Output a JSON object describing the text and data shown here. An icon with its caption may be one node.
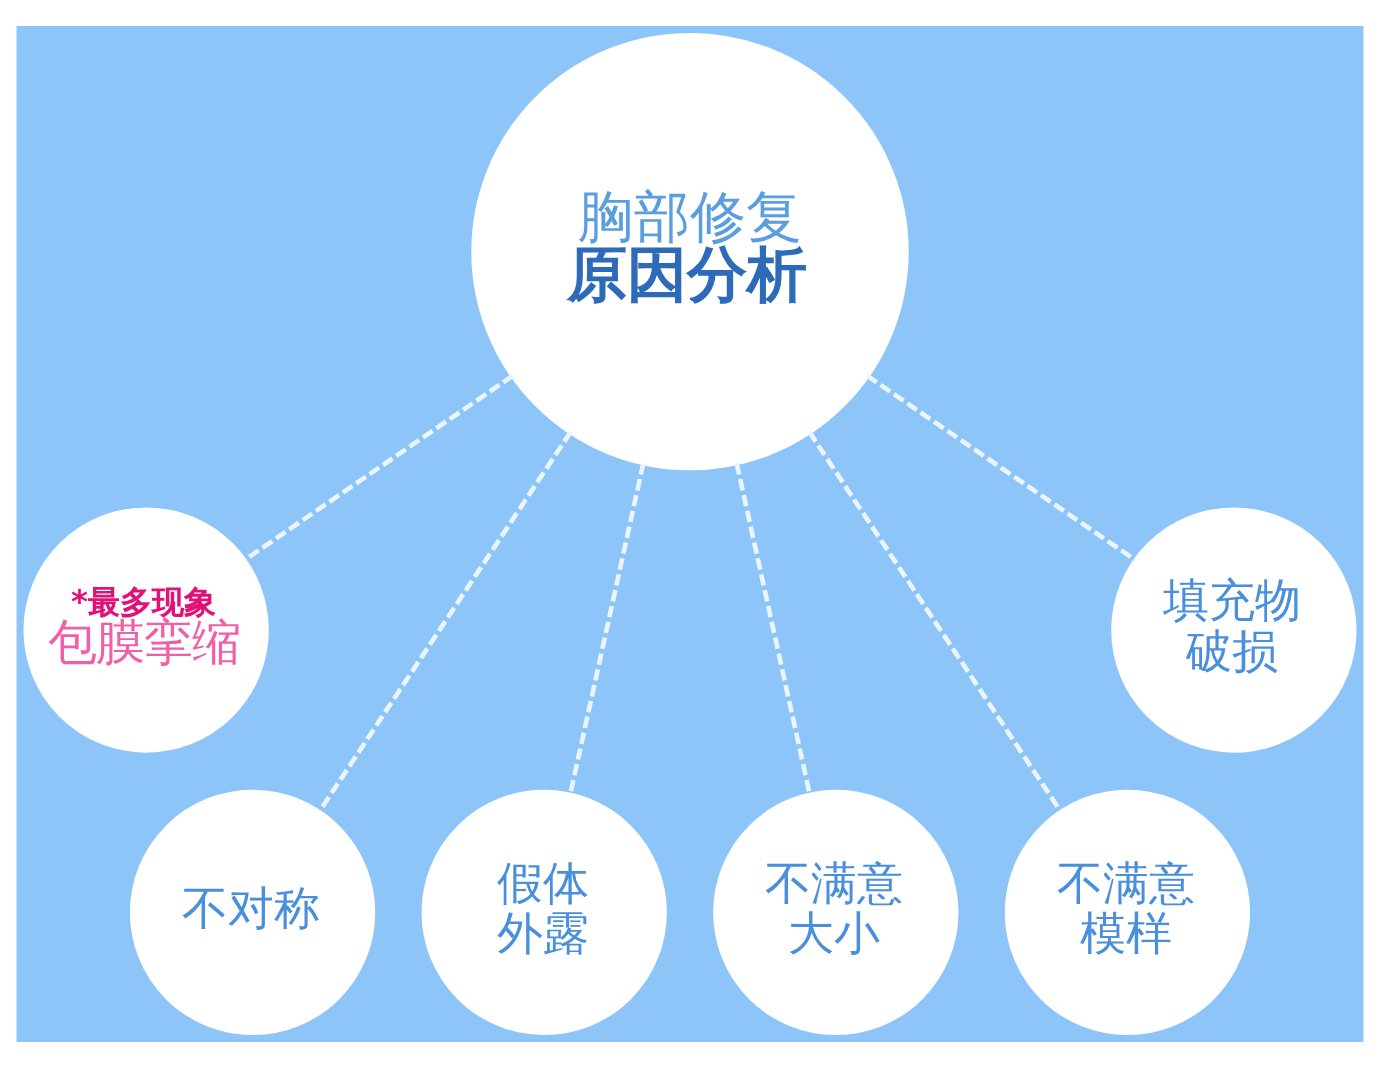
{
  "diagram": {
    "nodes": [
      {
        "text": [
          "胸部修复",
          "原因分析"
        ]
      },
      {
        "text": [
          "*最多现象",
          "包膜挛缩"
        ]
      },
      {
        "text": [
          "不对称"
        ]
      },
      {
        "text": [
          "假体外露"
        ]
      },
      {
        "text": [
          "不满意大小"
        ]
      },
      {
        "text": [
          "不满意模样"
        ]
      },
      {
        "text": [
          "填充物破损"
        ]
      }
    ],
    "edges": [
      {
        "from": 0,
        "to": 1,
        "arrow": "none",
        "style": "dashed"
      },
      {
        "from": 0,
        "to": 2,
        "arrow": "none",
        "style": "dashed"
      },
      {
        "from": 0,
        "to": 3,
        "arrow": "none",
        "style": "dashed"
      },
      {
        "from": 0,
        "to": 4,
        "arrow": "none",
        "style": "dashed"
      },
      {
        "from": 0,
        "to": 5,
        "arrow": "none",
        "style": "dashed"
      },
      {
        "from": 0,
        "to": 6,
        "arrow": "none",
        "style": "dashed"
      }
    ]
  }
}
